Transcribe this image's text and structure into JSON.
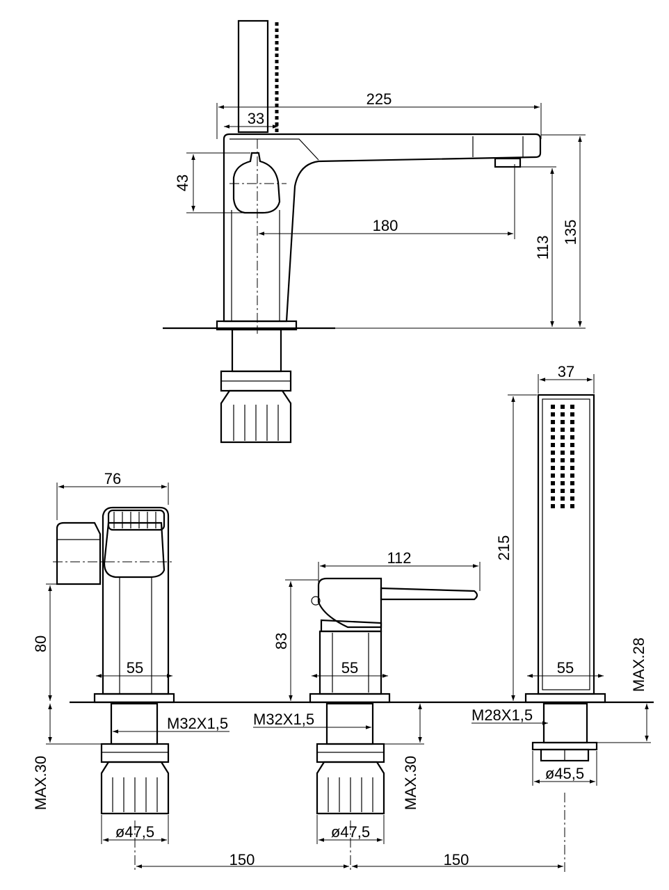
{
  "spout_view": {
    "length": "225",
    "handle_offset": "33",
    "lever_height": "43",
    "spout_reach": "180",
    "outlet_height": "113",
    "total_height": "135"
  },
  "mixer_front_view": {
    "width": "76",
    "height": "80",
    "base_width": "55",
    "thread": "M32X1,5",
    "max_deck": "MAX.30",
    "nut_diameter": "ø47,5"
  },
  "lever_valve_view": {
    "lever_length": "112",
    "height": "83",
    "base_width": "55",
    "thread": "M32X1,5",
    "max_deck": "MAX.30",
    "nut_diameter": "ø47,5"
  },
  "hand_shower_view": {
    "width": "37",
    "length": "215",
    "base_width": "55",
    "thread": "M28X1,5",
    "max_deck": "MAX.28",
    "nut_diameter": "ø45,5"
  },
  "spacing": {
    "left": "150",
    "right": "150"
  }
}
